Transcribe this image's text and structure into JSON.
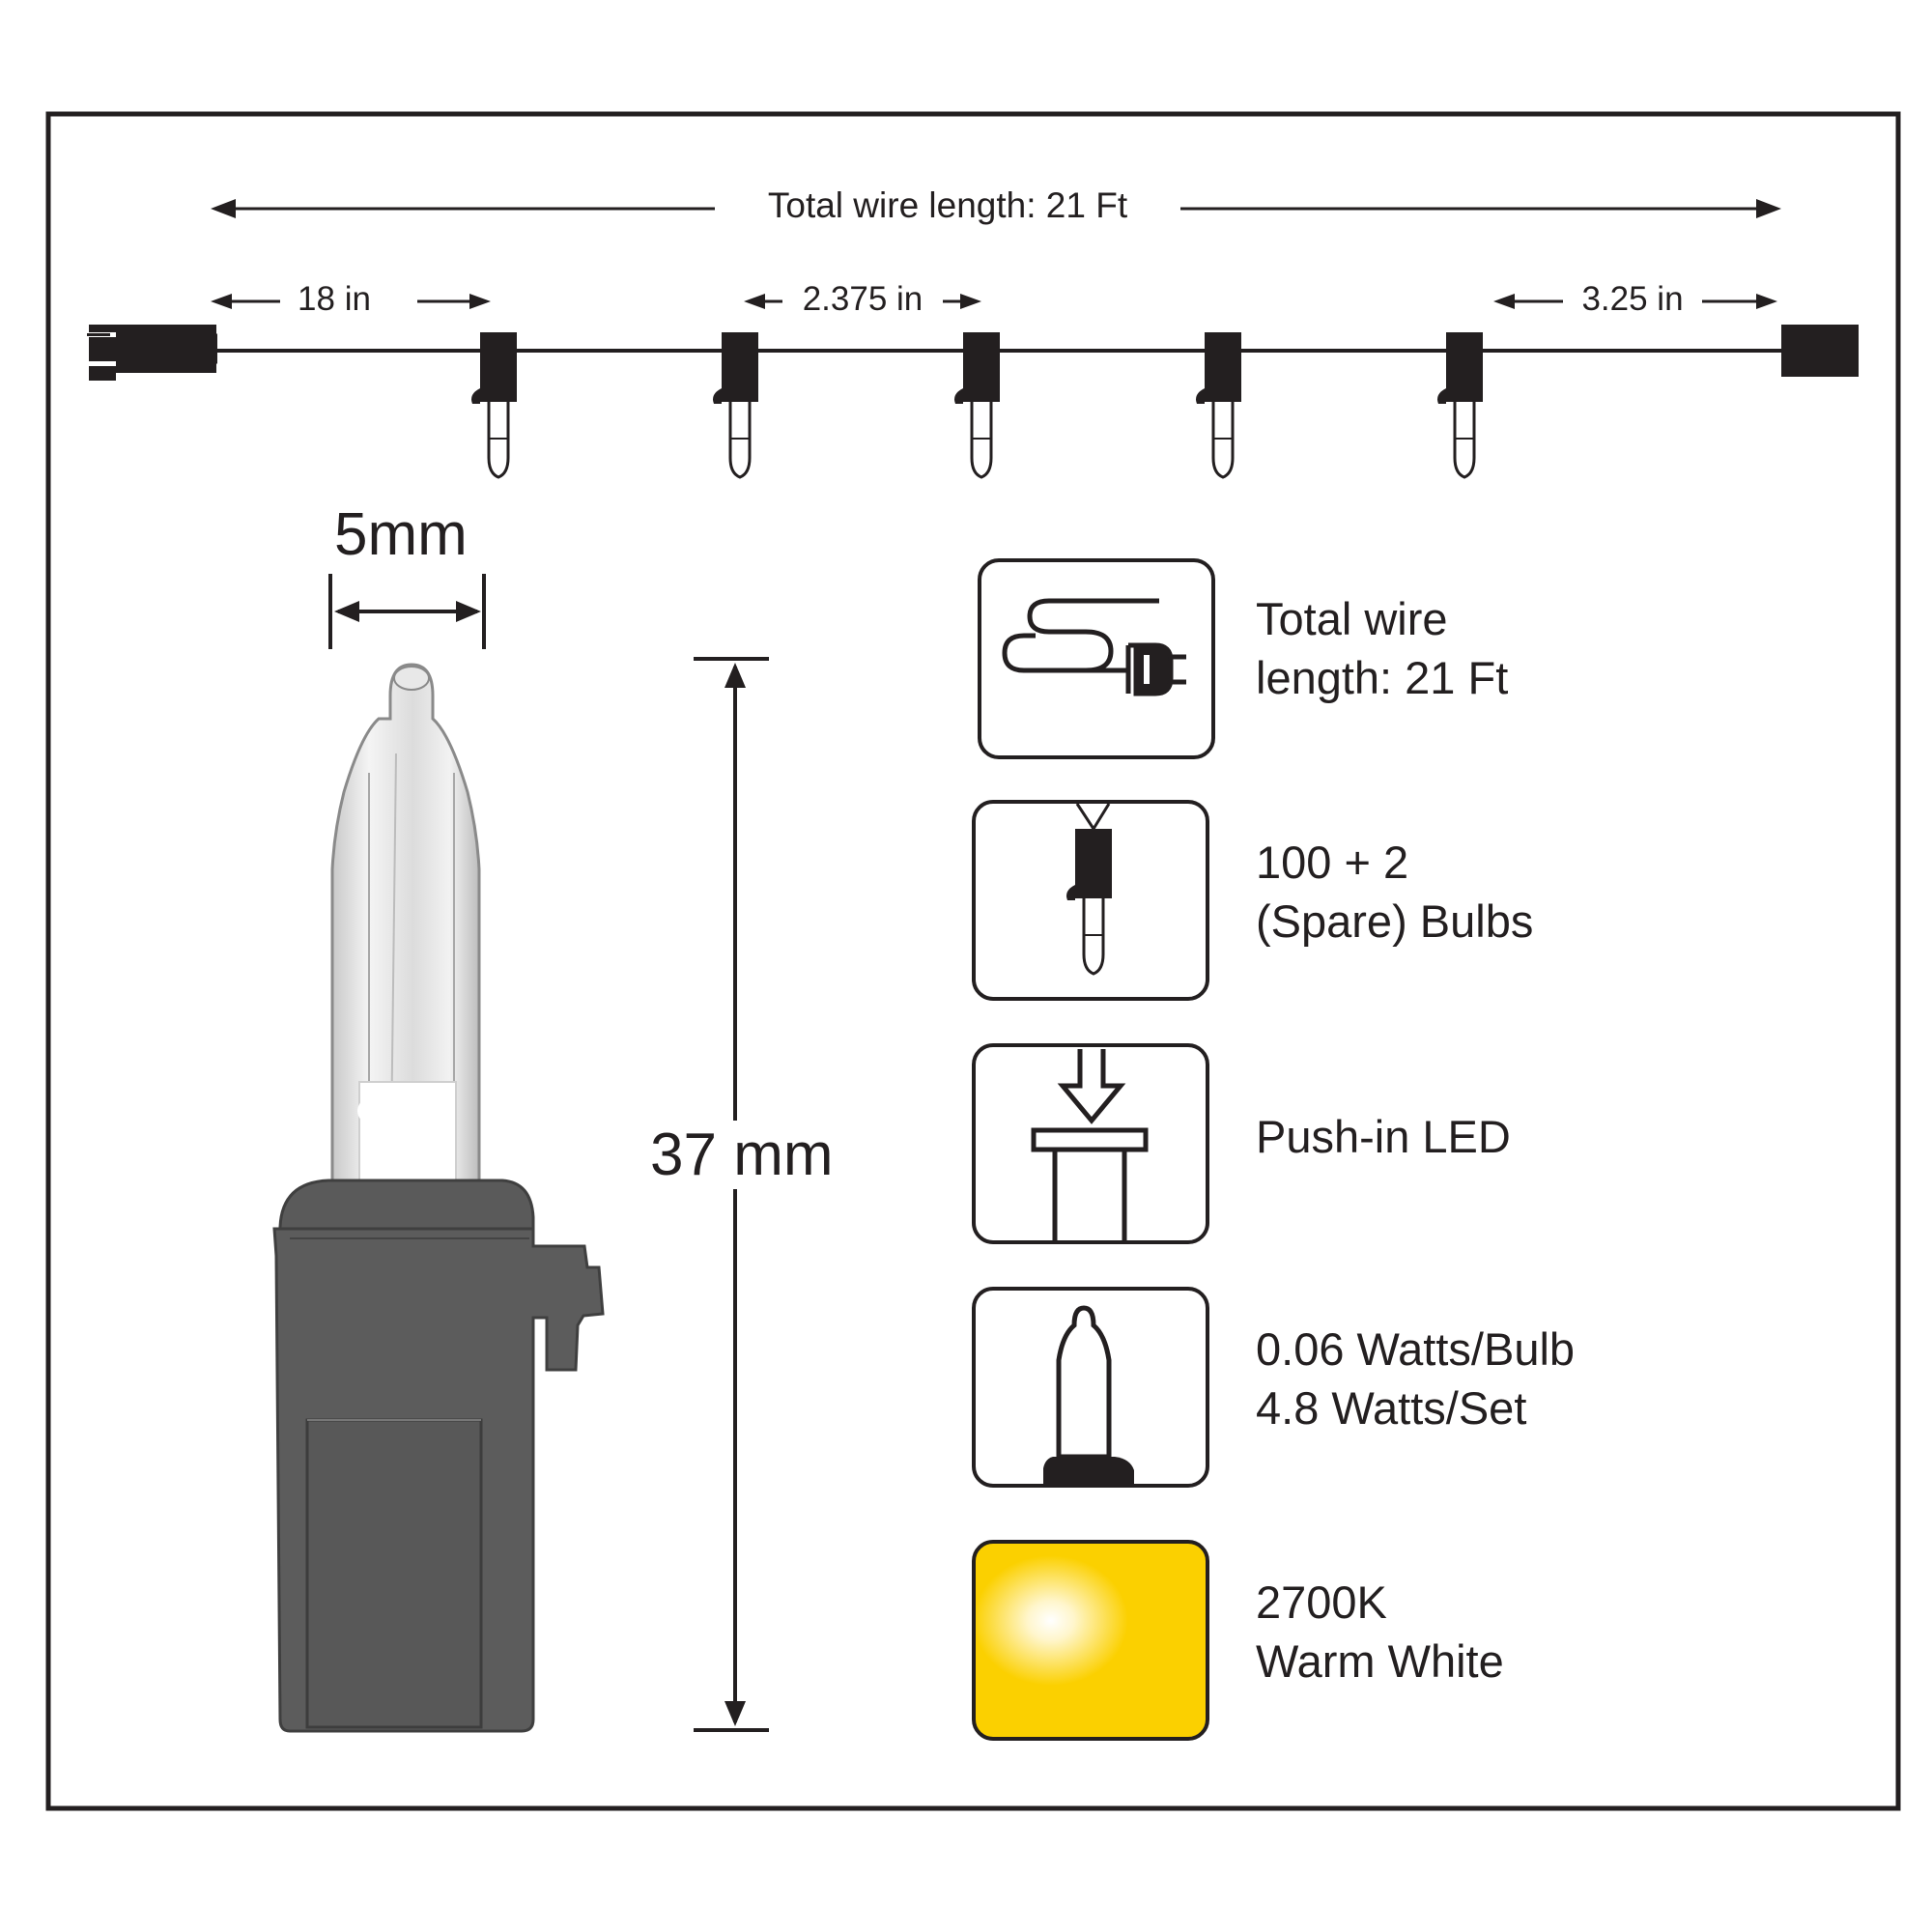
{
  "spec_strip": {
    "total_length_label": "Total wire length: 21 Ft",
    "first_bulb_gap": "18 in",
    "bulb_spacing": "2.375 in",
    "end_gap": "3.25 in"
  },
  "bulb_detail": {
    "width_label": "5mm",
    "height_label": "37 mm"
  },
  "features": [
    {
      "icon": "wire-plug-icon",
      "line1": "Total wire",
      "line2": "length: 21 Ft"
    },
    {
      "icon": "bulb-socket-icon",
      "line1": "100 + 2",
      "line2": "(Spare) Bulbs"
    },
    {
      "icon": "push-in-icon",
      "line1": "Push-in LED",
      "line2": ""
    },
    {
      "icon": "bulb-outline-icon",
      "line1": "0.06 Watts/Bulb",
      "line2": "4.8 Watts/Set"
    },
    {
      "icon": "warm-white-swatch-icon",
      "line1": "2700K",
      "line2": "Warm White"
    }
  ],
  "colors": {
    "ink": "#231f20",
    "socket": "#555555",
    "warm_white": "#fbd000"
  }
}
